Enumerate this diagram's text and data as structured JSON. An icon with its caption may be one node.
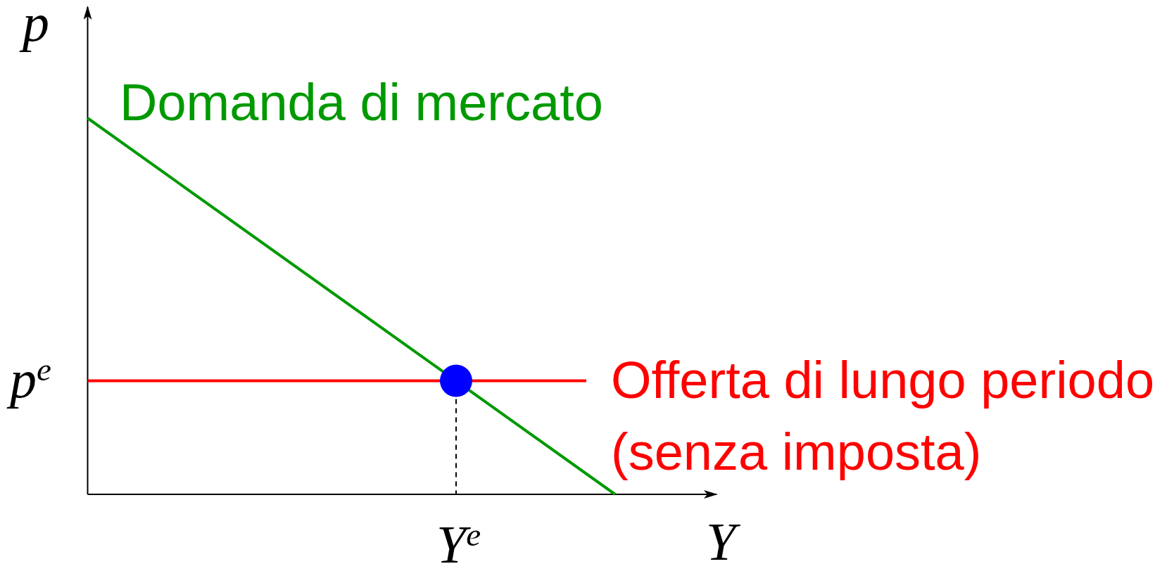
{
  "diagram": {
    "labels": [
      "p",
      "Domanda di mercato",
      "p$^{e}$",
      "Offerta di lungo periodo (senza imposta)",
      "Y$^{e}$",
      "Y"
    ]
  }
}
